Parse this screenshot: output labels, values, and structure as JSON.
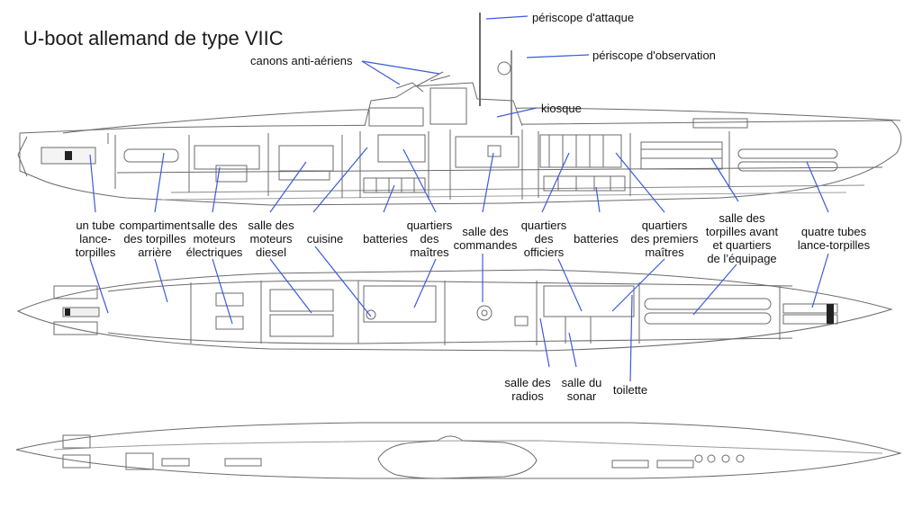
{
  "title": "U-boot allemand de type VIIC",
  "labels": {
    "periscope_attaque": "périscope d'attaque",
    "periscope_observation": "périscope d'observation",
    "canons": "canons anti-aériens",
    "kiosque": "kiosque",
    "tube_arriere": "un tube\nlance-\ntorpilles",
    "compartiment_torpilles": "compartiment\ndes torpilles\narrière",
    "moteurs_electriques": "salle des\nmoteurs\nélectriques",
    "moteurs_diesel": "salle des\nmoteurs\ndiesel",
    "cuisine": "cuisine",
    "batteries_arriere": "batteries",
    "quartiers_maitres": "quartiers\ndes\nmaîtres",
    "salle_commandes": "salle des\ncommandes",
    "quartiers_officiers": "quartiers\ndes\nofficiers",
    "batteries_avant": "batteries",
    "quartiers_premiers_maitres": "quartiers\ndes premiers\nmaîtres",
    "torpilles_avant": "salle des\ntorpilles avant\net quartiers\nde l’équipage",
    "tubes_avant": "quatre tubes\nlance-torpilles",
    "salle_radios": "salle des\nradios",
    "salle_sonar": "salle du\nsonar",
    "toilette": "toilette"
  }
}
